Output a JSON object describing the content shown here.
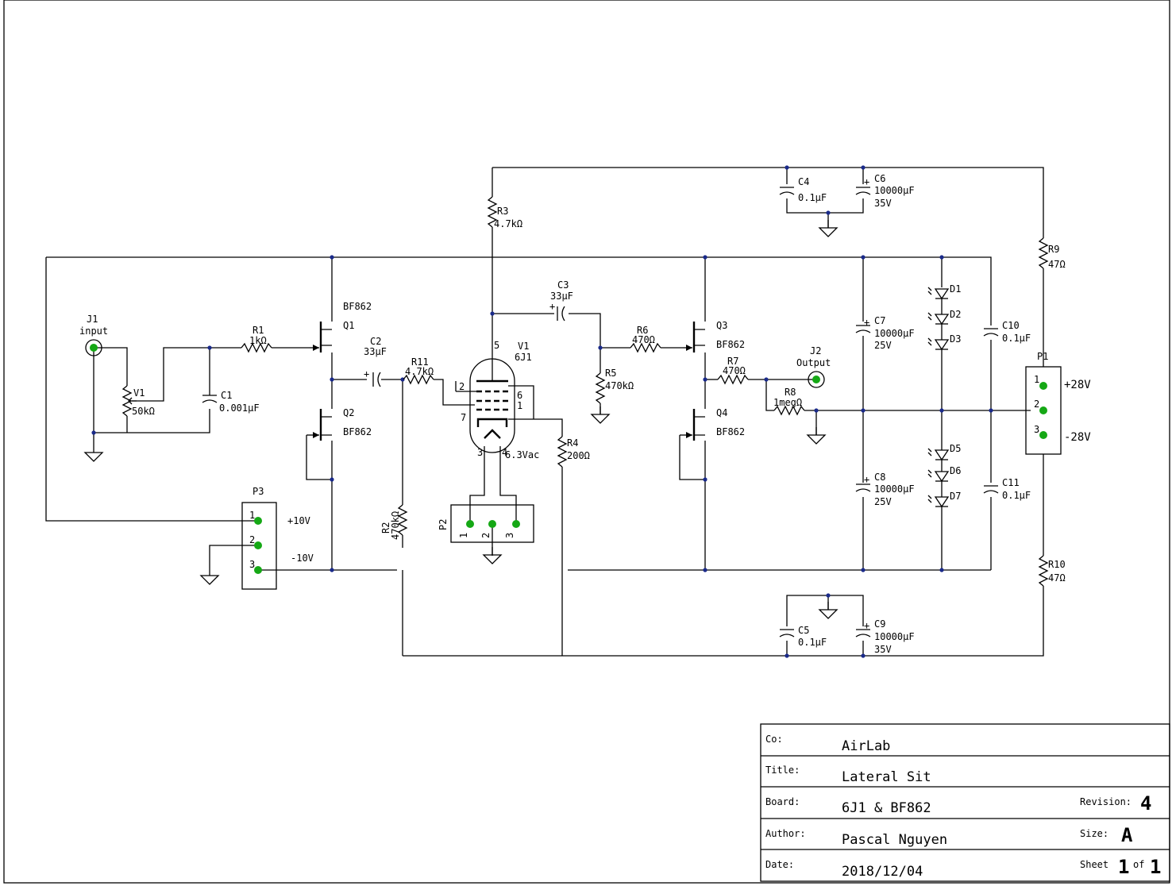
{
  "title_block": {
    "co_label": "Co:",
    "co": "AirLab",
    "title_label": "Title:",
    "title": "Lateral Sit",
    "board_label": "Board:",
    "board": "6J1 & BF862",
    "revision_label": "Revision:",
    "revision": "4",
    "author_label": "Author:",
    "author": "Pascal Nguyen",
    "size_label": "Size:",
    "size": "A",
    "date_label": "Date:",
    "date": "2018/12/04",
    "sheet_label": "Sheet",
    "sheet": "1",
    "of_label": "of",
    "sheets": "1"
  },
  "parts": {
    "j1_ref": "J1",
    "j1_name": "input",
    "j2_ref": "J2",
    "j2_name": "Output",
    "v1_ref": "V1",
    "v1_val": "50kΩ",
    "r1_ref": "R1",
    "r1_val": "1kΩ",
    "c1_ref": "C1",
    "c1_val": "0.001µF",
    "q1_ref": "Q1",
    "q1_val": "BF862",
    "q2_ref": "Q2",
    "q2_val": "BF862",
    "q3_ref": "Q3",
    "q3_val": "BF862",
    "q4_ref": "Q4",
    "q4_val": "BF862",
    "c2_ref": "C2",
    "c2_val": "33µF",
    "r11_ref": "R11",
    "r11_val": "4.7kΩ",
    "r2_ref": "R2",
    "r2_val": "470kΩ",
    "r3_ref": "R3",
    "r3_val": "4.7kΩ",
    "c3_ref": "C3",
    "c3_val": "33µF",
    "tube_ref": "V1",
    "tube_val": "6J1",
    "tube_heater": "6.3Vac",
    "r4_ref": "R4",
    "r4_val": "200Ω",
    "r5_ref": "R5",
    "r5_val": "470kΩ",
    "r6_ref": "R6",
    "r6_val": "470Ω",
    "r7_ref": "R7",
    "r7_val": "470Ω",
    "r8_ref": "R8",
    "r8_val": "1megΩ",
    "c4_ref": "C4",
    "c4_val": "0.1µF",
    "c5_ref": "C5",
    "c5_val": "0.1µF",
    "c6_ref": "C6",
    "c6_val": "10000µF",
    "c6_volt": "35V",
    "c9_ref": "C9",
    "c9_val": "10000µF",
    "c9_volt": "35V",
    "c7_ref": "C7",
    "c7_val": "10000µF",
    "c7_volt": "25V",
    "c8_ref": "C8",
    "c8_val": "10000µF",
    "c8_volt": "25V",
    "c10_ref": "C10",
    "c10_val": "0.1µF",
    "c11_ref": "C11",
    "c11_val": "0.1µF",
    "d1": "D1",
    "d2": "D2",
    "d3": "D3",
    "d5": "D5",
    "d6": "D6",
    "d7": "D7",
    "r9_ref": "R9",
    "r9_val": "47Ω",
    "r10_ref": "R10",
    "r10_val": "47Ω",
    "p1_ref": "P1",
    "p1_v1": "+28V",
    "p1_v3": "-28V",
    "p2_ref": "P2",
    "p3_ref": "P3",
    "p3_v1": "+10V",
    "p3_v3": "-10V"
  },
  "pin_numbers": {
    "one": "1",
    "two": "2",
    "three": "3",
    "four": "4",
    "five": "5",
    "six": "6",
    "seven": "7"
  },
  "polarity": {
    "plus": "+"
  }
}
